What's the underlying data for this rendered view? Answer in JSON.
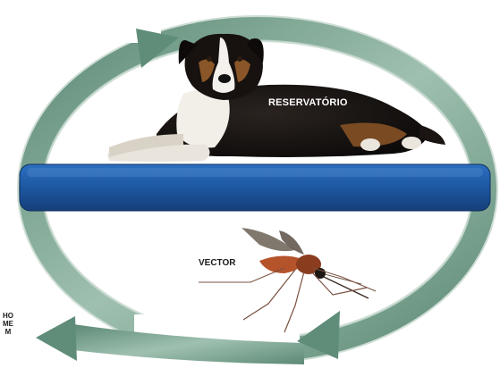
{
  "labels": {
    "reservoir": "RESERVATÓRIO",
    "vector": "VECTOR",
    "host": "HOMEM"
  },
  "colors": {
    "cycle_arrow": "#6f9a86",
    "bar": "#1f5aa6",
    "background": "#ffffff"
  },
  "icons": {
    "reservoir": "dog-illustration",
    "vector": "mosquito-illustration",
    "cycle": "cycle-arrow"
  }
}
